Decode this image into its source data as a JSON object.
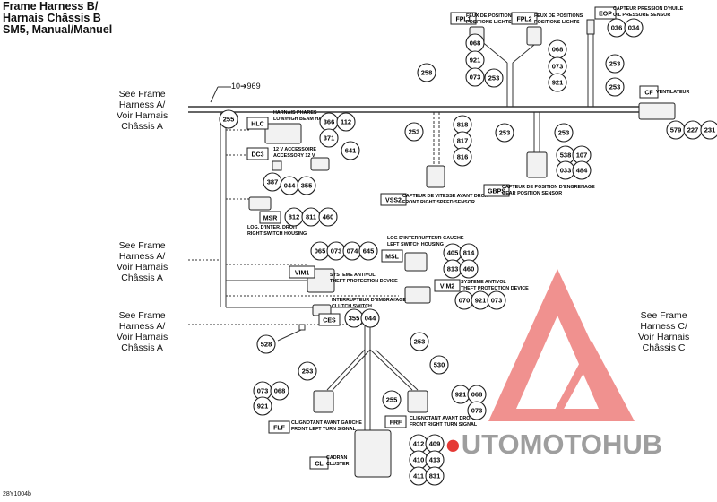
{
  "title": [
    "Frame Harness B/",
    "Harnais Châssis B",
    "SM5, Manual/Manuel"
  ],
  "see_frame": [
    {
      "lines": [
        "See Frame",
        "Harness A/",
        "Voir Harnais",
        "Châssis A"
      ]
    },
    {
      "lines": [
        "See Frame",
        "Harness A/",
        "Voir Harnais",
        "Châssis A"
      ]
    },
    {
      "lines": [
        "See Frame",
        "Harness A/",
        "Voir Harnais",
        "Châssis A"
      ]
    },
    {
      "lines": [
        "See Frame",
        "Harness C/",
        "Voir Harnais",
        "Châssis C"
      ]
    }
  ],
  "ref_arrow": "10➔969",
  "figure_id": "28Y1004b",
  "watermark": {
    "text": "UTOMOTOHUB",
    "color_red": "#e53935",
    "color_gray": "#9e9e9e"
  },
  "components": {
    "fpl1": {
      "tag": "FPL1",
      "label": [
        "FEUX DE POSITIONS",
        "POSITIONS LIGHTS"
      ],
      "codes": [
        "068",
        "921",
        "073"
      ]
    },
    "fpl2": {
      "tag": "FPL2",
      "label": [
        "FEUX DE POSITIONS",
        "POSITIONS LIGHTS"
      ],
      "codes": [
        "068",
        "073",
        "921"
      ]
    },
    "eop": {
      "tag": "EOP",
      "label": [
        "CAPTEUR PRESSION D'HUILE",
        "OIL PRESSURE SENSOR"
      ],
      "codes": [
        "036",
        "034"
      ]
    },
    "cf": {
      "tag": "CF",
      "label": [
        "VENTILATEUR"
      ],
      "codes": [
        "579",
        "227",
        "231"
      ]
    },
    "hlc": {
      "tag": "HLC",
      "label": [
        "HARNAIS PHARES",
        "LOW/HIGH BEAM HARNESS"
      ],
      "codes": [
        "366",
        "112",
        "371"
      ]
    },
    "dc3": {
      "tag": "DC3",
      "label": [
        "12 V ACCESSOIRE",
        "ACCESSORY 12 V"
      ],
      "codes": [
        "641",
        "387",
        "044",
        "355"
      ]
    },
    "msr": {
      "tag": "MSR",
      "label": [
        "LOG. D'INTER. DROIT",
        "RIGHT SWITCH HOUSING"
      ],
      "codes": [
        "812",
        "811",
        "460"
      ]
    },
    "vss2": {
      "tag": "VSS2",
      "label": [
        "CAPTEUR DE VITESSE AVANT DROIT",
        "FRONT RIGHT SPEED SENSOR"
      ],
      "codes": [
        "818",
        "817",
        "816"
      ]
    },
    "gbps": {
      "tag": "GBPS",
      "label": [
        "CAPTEUR DE POSITION D'ENGRENAGE",
        "GEAR POSITION SENSOR"
      ],
      "codes": [
        "538",
        "107",
        "033",
        "484"
      ]
    },
    "msl": {
      "tag": "MSL",
      "label": [
        "LOG D'INTERRUPTEUR GAUCHE",
        "LEFT SWITCH HOUSING"
      ],
      "codes": [
        "405",
        "814",
        "813",
        "460"
      ]
    },
    "vim1": {
      "tag": "VIM1",
      "label": [
        "SYSTEME ANTIVOL",
        "THEFT PROTECTION DEVICE"
      ],
      "codes": [
        "065",
        "073",
        "074",
        "645"
      ]
    },
    "vim2": {
      "tag": "VIM2",
      "label": [
        "SYSTEME ANTIVOL",
        "THEFT PROTECTION DEVICE"
      ],
      "codes": [
        "070",
        "921",
        "073"
      ]
    },
    "ces": {
      "tag": "CES",
      "label": [
        "INTERRUPTEUR D'EMBRAYAGE",
        "CLUTCH SWITCH"
      ],
      "codes": [
        "355",
        "044"
      ]
    },
    "flf": {
      "tag": "FLF",
      "label": [
        "CLIGNOTANT AVANT GAUCHE",
        "FRONT LEFT TURN SIGNAL"
      ],
      "codes": [
        "073",
        "068",
        "921"
      ]
    },
    "frf": {
      "tag": "FRF",
      "label": [
        "CLIGNOTANT AVANT DROIT",
        "FRONT RIGHT TURN SIGNAL"
      ],
      "codes": [
        "921",
        "068",
        "073"
      ]
    },
    "cl": {
      "tag": "CL",
      "label": [
        "CADRAN",
        "CLUSTER"
      ],
      "codes": [
        "412",
        "409",
        "410",
        "413",
        "411",
        "831"
      ]
    }
  },
  "wire_codes": [
    "255",
    "258",
    "253",
    "253",
    "253",
    "253",
    "253",
    "253",
    "253",
    "253",
    "528",
    "253",
    "530",
    "253",
    "255"
  ]
}
